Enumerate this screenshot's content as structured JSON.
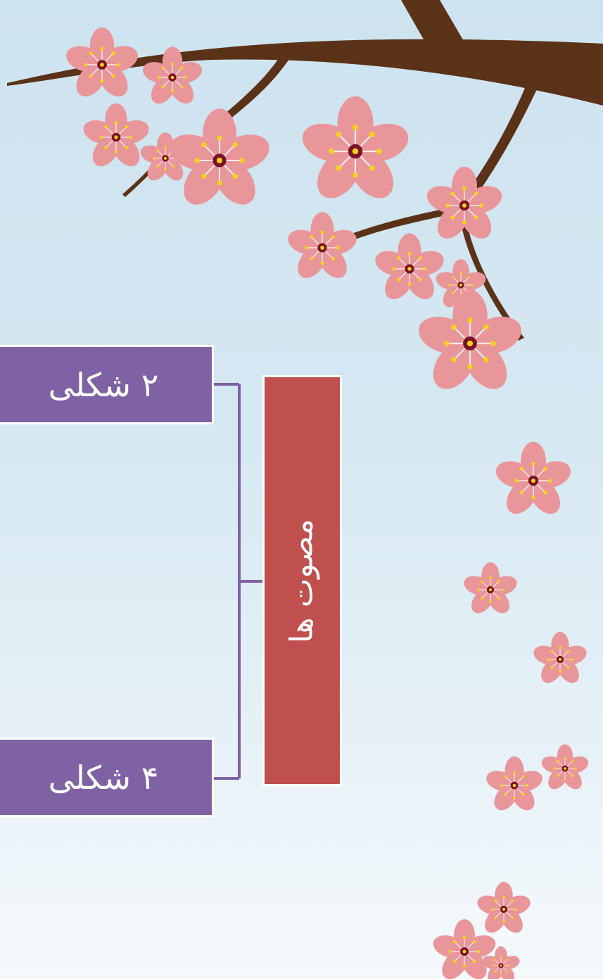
{
  "diagram": {
    "root_label": "مصوت ها",
    "branches": [
      {
        "label": "۲ شکلی"
      },
      {
        "label": "۴ شکلی"
      }
    ]
  },
  "colors": {
    "background_top": "#cde3ef",
    "background_bottom": "#f5f9fc",
    "root_box": "#c0504d",
    "branch_box": "#7f62a3",
    "connector": "#7f62a3",
    "branch_wood": "#5a3218",
    "blossom": "#e8969a"
  },
  "decorations": [
    "cherry-blossom-branch",
    "falling-blossom-icon"
  ]
}
